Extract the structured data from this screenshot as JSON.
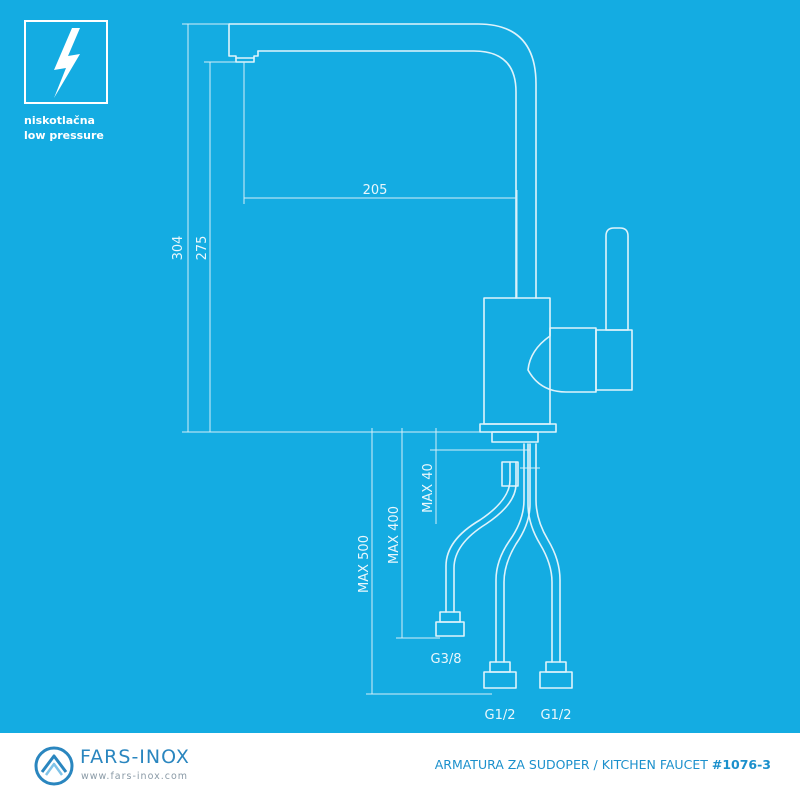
{
  "warning": {
    "icon": "lightning-bolt-icon",
    "line1": "niskotlačna",
    "line2": "low pressure"
  },
  "dimensions": {
    "total_height": "304",
    "spout_height": "275",
    "reach": "205",
    "max_500": "MAX 500",
    "max_400": "MAX 400",
    "max_40": "MAX 40"
  },
  "connections": {
    "g38": "G3/8",
    "g12_left": "G1/2",
    "g12_right": "G1/2"
  },
  "footer": {
    "brand": "FARS-INOX",
    "url": "www.fars-inox.com",
    "product": "ARMATURA ZA SUDOPER  /  KITCHEN FAUCET",
    "code": "#1076-3"
  },
  "colors": {
    "background": "#14ace2",
    "line": "#dff3fb",
    "footer_bg": "#ffffff",
    "brand_blue": "#2a86bf",
    "product_blue": "#1b90cc"
  }
}
